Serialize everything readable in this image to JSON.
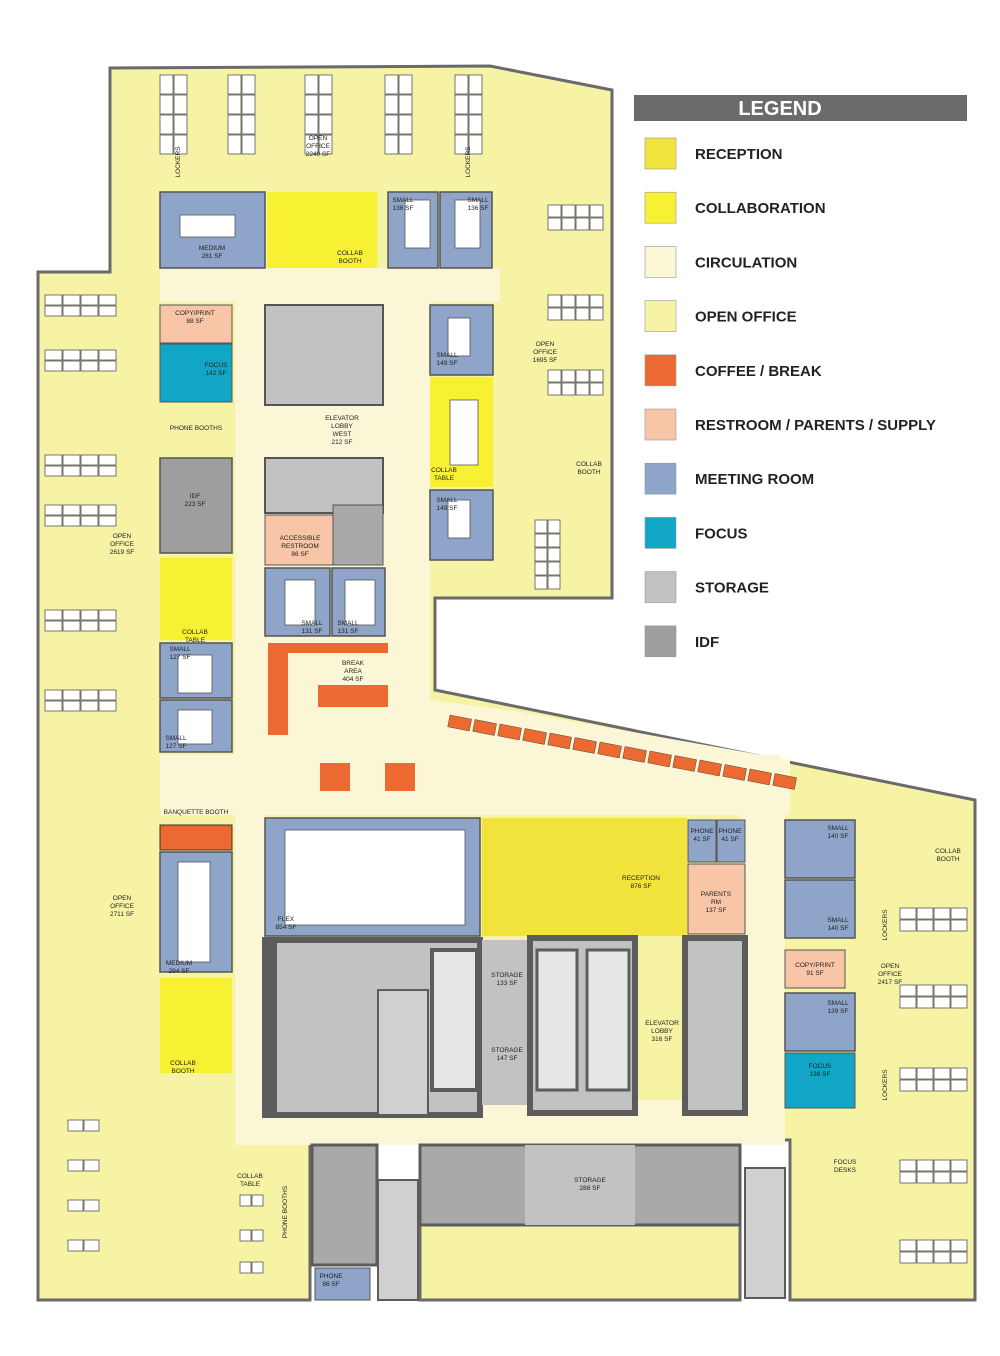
{
  "colors": {
    "reception": "#f2e33c",
    "collaboration": "#f8f032",
    "circulation": "#fbf7d6",
    "open_office": "#f7f3a4",
    "coffee_break": "#ec6a32",
    "restroom": "#f8c6a6",
    "meeting": "#8ea4c8",
    "focus": "#11a6c6",
    "storage": "#c2c2c2",
    "idf": "#9e9e9e",
    "core": "#5c5c5c",
    "wall": "#6a6a6a"
  },
  "legend": {
    "title": "LEGEND",
    "items": [
      {
        "label": "RECEPTION",
        "color": "#f2e33c"
      },
      {
        "label": "COLLABORATION",
        "color": "#f8f032"
      },
      {
        "label": "CIRCULATION",
        "color": "#fbf7d6"
      },
      {
        "label": "OPEN OFFICE",
        "color": "#f7f3a4"
      },
      {
        "label": "COFFEE / BREAK",
        "color": "#ec6a32"
      },
      {
        "label": "RESTROOM / PARENTS / SUPPLY",
        "color": "#f8c6a6"
      },
      {
        "label": "MEETING ROOM",
        "color": "#8ea4c8"
      },
      {
        "label": "FOCUS",
        "color": "#11a6c6"
      },
      {
        "label": "STORAGE",
        "color": "#c2c2c2"
      },
      {
        "label": "IDF",
        "color": "#9e9e9e"
      }
    ]
  },
  "rooms": {
    "open_office_top": [
      "OPEN",
      "OFFICE",
      "2240 SF"
    ],
    "lockers_1": "LOCKERS",
    "lockers_2": "LOCKERS",
    "medium_top": [
      "MEDIUM",
      "281 SF"
    ],
    "collab_booth_top": [
      "COLLAB",
      "BOOTH"
    ],
    "small_136a": [
      "SMALL",
      "136 SF"
    ],
    "small_136b": [
      "SMALL",
      "136 SF"
    ],
    "copy_print_left": [
      "COPY/PRINT",
      "88 SF"
    ],
    "focus_left": [
      "FOCUS",
      "142 SF"
    ],
    "phone_booths": "PHONE BOOTHS",
    "small_149a": [
      "SMALL",
      "149 SF"
    ],
    "open_office_right": [
      "OPEN",
      "OFFICE",
      "1695 SF"
    ],
    "elevator_lobby_west": [
      "ELEVATOR",
      "LOBBY",
      "WEST",
      "212 SF"
    ],
    "collab_table_mid": [
      "COLLAB",
      "TABLE"
    ],
    "collab_booth_right": [
      "COLLAB",
      "BOOTH"
    ],
    "idf": [
      "IDF",
      "223 SF"
    ],
    "small_149b": [
      "SMALL",
      "149 SF"
    ],
    "accessible_restroom": [
      "ACCESSIBLE",
      "RESTROOM",
      "86 SF"
    ],
    "open_office_left": [
      "OPEN",
      "OFFICE",
      "2619 SF"
    ],
    "collab_table_left": [
      "COLLAB",
      "TABLE"
    ],
    "small_131a": [
      "SMALL",
      "131 SF"
    ],
    "small_131b": [
      "SMALL",
      "131 SF"
    ],
    "small_127a": [
      "SMALL",
      "127 SF"
    ],
    "small_127b": [
      "SMALL",
      "127 SF"
    ],
    "break_area": [
      "BREAK",
      "AREA",
      "404 SF"
    ],
    "banquette_booth": "BANQUETTE BOOTH",
    "flex": [
      "FLEX",
      "854 SF"
    ],
    "reception": [
      "RECEPTION",
      "876 SF"
    ],
    "phone_a": [
      "PHONE",
      "41 SF"
    ],
    "phone_b": [
      "PHONE",
      "41 SF"
    ],
    "parents_rm": [
      "PARENTS",
      "RM",
      "137 SF"
    ],
    "small_140a": [
      "SMALL",
      "140 SF"
    ],
    "small_140b": [
      "SMALL",
      "140 SF"
    ],
    "collab_booth_east": [
      "COLLAB",
      "BOOTH"
    ],
    "medium_left": [
      "MEDIUM",
      "294 SF"
    ],
    "open_office_sw": [
      "OPEN",
      "OFFICE",
      "2711 SF"
    ],
    "storage_133": [
      "STORAGE",
      "133 SF"
    ],
    "storage_147": [
      "STORAGE",
      "147 SF"
    ],
    "elevator_lobby": [
      "ELEVATOR",
      "LOBBY",
      "316 SF"
    ],
    "copy_print_right": [
      "COPY/PRINT",
      "91 SF"
    ],
    "open_office_east": [
      "OPEN",
      "OFFICE",
      "2417 SF"
    ],
    "small_139": [
      "SMALL",
      "139 SF"
    ],
    "focus_right": [
      "FOCUS",
      "138 SF"
    ],
    "lockers_3": "LOCKERS",
    "lockers_4": "LOCKERS",
    "collab_booth_sw": [
      "COLLAB",
      "BOOTH"
    ],
    "collab_table_sw": [
      "COLLAB",
      "TABLE"
    ],
    "phone_booths_sw": "PHONE BOOTHS",
    "storage_288": [
      "STORAGE",
      "288 SF"
    ],
    "phone_86": [
      "PHONE",
      "86 SF"
    ],
    "focus_desks": [
      "FOCUS",
      "DESKS"
    ]
  }
}
